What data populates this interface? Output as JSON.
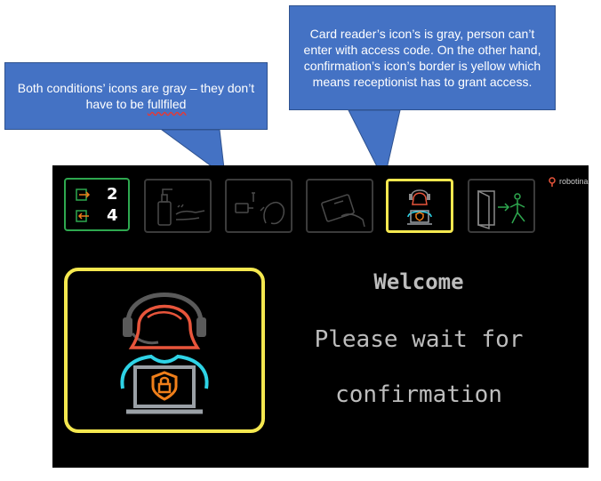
{
  "annotations": {
    "left": {
      "text_before": "Both conditions’ icons are gray – they don’t have to be ",
      "misspelled_word": "fullfiled"
    },
    "right": {
      "text": "Card reader’s icon’s is gray, person can’t enter with access code. On the other hand, confirmation’s icon’s border is yellow which means receptionist has to grant access."
    }
  },
  "kiosk": {
    "counter": {
      "entry_count": "2",
      "exit_count": "4"
    },
    "brand": "robotina",
    "conditions": [
      {
        "name": "hand-sanitizer",
        "state": "inactive"
      },
      {
        "name": "temperature-check",
        "state": "inactive"
      },
      {
        "name": "card-reader",
        "state": "inactive"
      },
      {
        "name": "receptionist-confirmation",
        "state": "active"
      },
      {
        "name": "exit-door",
        "state": "inactive"
      }
    ],
    "message": {
      "welcome": "Welcome",
      "line1": "Please wait for",
      "line2": "confirmation"
    },
    "colors": {
      "active_border": "#f5e84f",
      "inactive_border": "#3b3b3b",
      "counter_border": "#2ea84f",
      "callout_fill": "#4472c4",
      "person_hair": "#e8553b",
      "person_body": "#2ed3e6",
      "laptop": "#9aa0a6",
      "lock": "#f07f1a"
    }
  }
}
